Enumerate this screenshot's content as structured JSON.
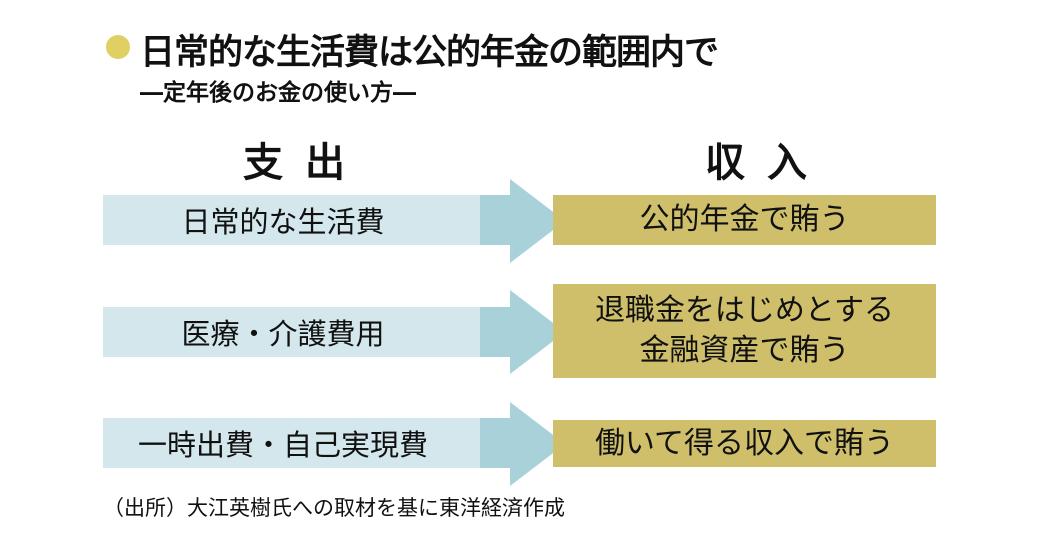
{
  "title": "日常的な生活費は公的年金の範囲内で",
  "subtitle": "―定年後のお金の使い方―",
  "headers": {
    "expense": "支出",
    "income": "収入"
  },
  "rows": [
    {
      "expense": "日常的な生活費",
      "income": [
        "公的年金で賄う"
      ]
    },
    {
      "expense": "医療・介護費用",
      "income": [
        "退職金をはじめとする",
        "金融資産で賄う"
      ]
    },
    {
      "expense": "一時出費・自己実現費",
      "income": [
        "働いて得る収入で賄う"
      ]
    }
  ],
  "source": "（出所）大江英樹氏への取材を基に東洋経済作成",
  "colors": {
    "expense_box": "#d3e7ec",
    "arrow_head": "#a8d1da",
    "income_box": "#cfbf6b",
    "bullet": "#e0cf62"
  }
}
